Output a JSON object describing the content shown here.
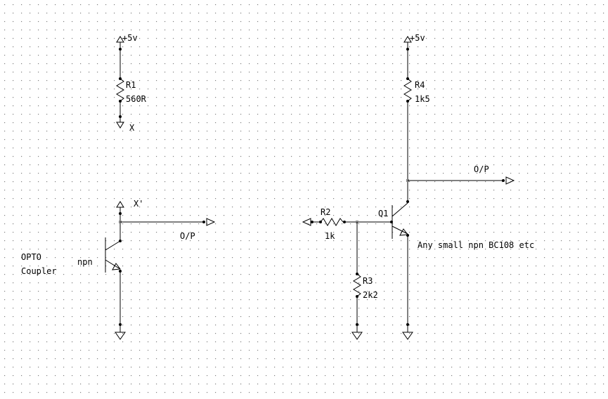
{
  "labels": {
    "vcc_left": "+5v",
    "r1_ref": "R1",
    "r1_val": "560R",
    "node_x": "X",
    "node_x_prime": "X'",
    "op_left": "O/P",
    "opto_line1": "OPTO",
    "opto_line2": "Coupler",
    "opto_type": "npn",
    "vcc_right": "+5v",
    "r4_ref": "R4",
    "r4_val": "1k5",
    "op_right": "O/P",
    "r2_ref": "R2",
    "r2_val": "1k",
    "q1_ref": "Q1",
    "q1_desc": "Any small npn BC108 etc",
    "r3_ref": "R3",
    "r3_val": "2k2"
  },
  "colors": {
    "background": "#ffffff",
    "grid_dot": "#808080",
    "wire": "#000000"
  }
}
